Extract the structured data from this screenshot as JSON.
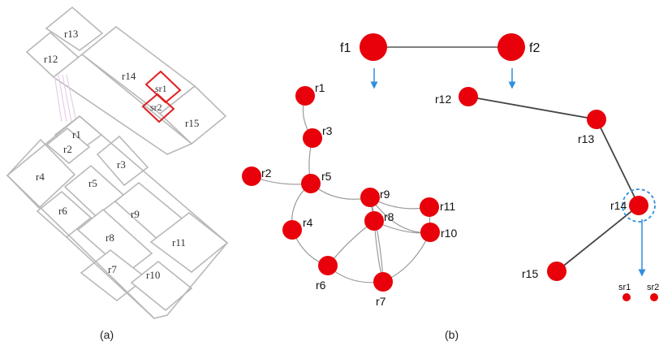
{
  "captions": {
    "a": "(a)",
    "b": "(b)"
  },
  "floorplan": {
    "rooms": [
      "r13",
      "r12",
      "r14",
      "sr1",
      "sr2",
      "r15",
      "r1",
      "r2",
      "r3",
      "r4",
      "r5",
      "r6",
      "r9",
      "r8",
      "r11",
      "r7",
      "r10"
    ]
  },
  "graph": {
    "floors": [
      "f1",
      "f2"
    ],
    "nodes": [
      "r1",
      "r2",
      "r3",
      "r4",
      "r5",
      "r6",
      "r7",
      "r8",
      "r9",
      "r10",
      "r11",
      "r12",
      "r13",
      "r14",
      "r15",
      "sr1",
      "sr2"
    ]
  },
  "colors": {
    "node": "#e8000a",
    "arrow": "#2f8fe0",
    "highlight": "#e02020",
    "wall": "#b8b8b8",
    "edge": "#555555"
  }
}
